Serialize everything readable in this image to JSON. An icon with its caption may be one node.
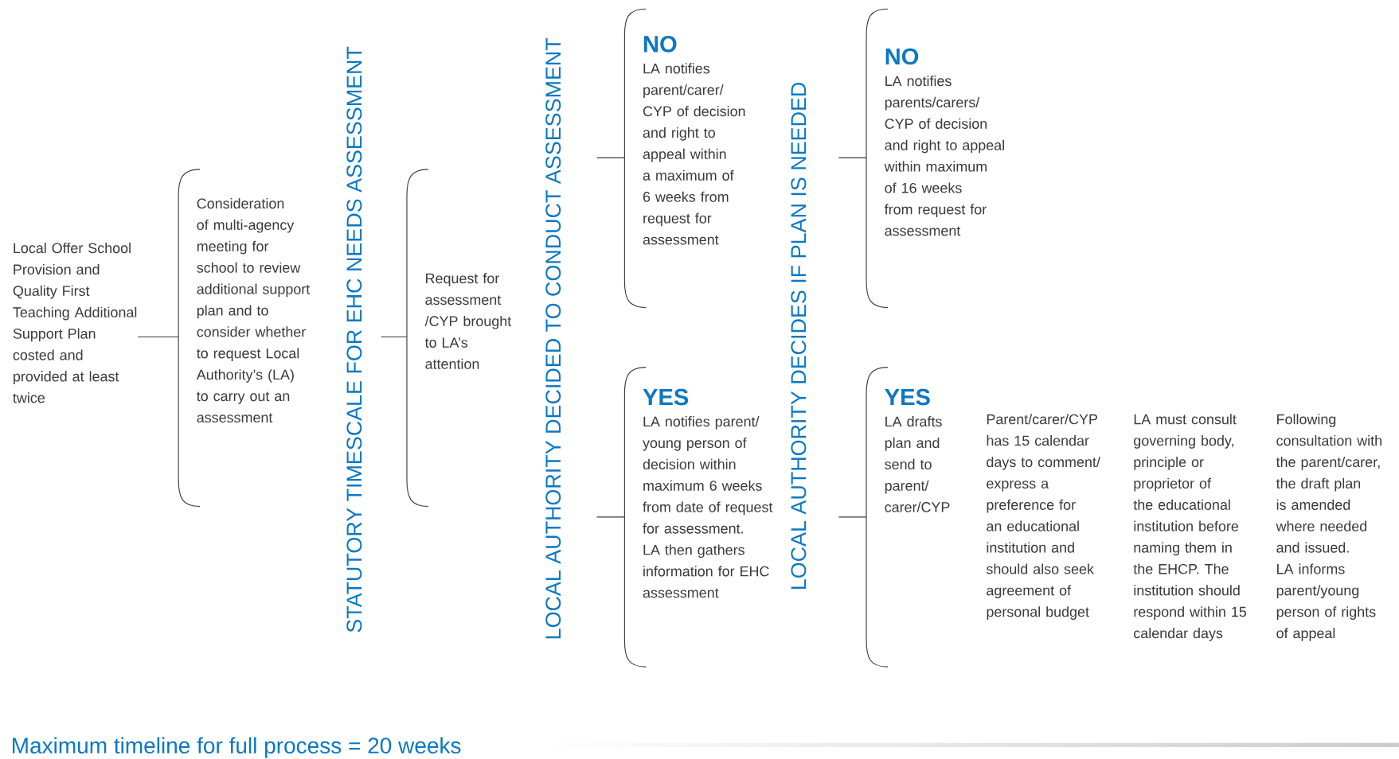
{
  "diagram": {
    "caption": "Maximum timeline for full process = 20 weeks",
    "nodes": [
      {
        "text": [
          "Local Offer School Provision and Quality First Teaching Additional Support Plan costed and provided at least twice"
        ]
      },
      {
        "text": [
          "Consideration of multi-agency meeting for school to review additional support plan and to consider whether to request Local Authority’s (LA) to carry out an assessment"
        ]
      },
      {
        "text": [
          "Request for assessment /CYP brought to LA’s attention"
        ]
      },
      {
        "text": [
          "NO",
          "LA notifies parent/carer/ CYP of decision and right to appeal within a maximum of 6 weeks from request for assessment"
        ]
      },
      {
        "text": [
          "YES",
          "LA notifies parent/ young person of decision within maximum 6 weeks from date of request for assessment. LA then gathers information for EHC assessment"
        ]
      },
      {
        "text": [
          "NO",
          "LA notifies parents/carers/ CYP of decision and right to appeal within maximum of 16 weeks from request for assessment"
        ]
      },
      {
        "text": [
          "YES",
          "LA drafts plan and send to parent/ carer/CYP"
        ]
      }
    ],
    "edges": [
      {
        "from": 0,
        "to": 1,
        "arrow": "none"
      },
      {
        "from": null,
        "to": 2,
        "arrow": "none"
      },
      {
        "from": null,
        "to": 3,
        "arrow": "none"
      },
      {
        "from": null,
        "to": 4,
        "arrow": "none"
      },
      {
        "from": null,
        "to": 5,
        "arrow": "none"
      },
      {
        "from": null,
        "to": 6,
        "arrow": "none"
      }
    ],
    "labels": [
      "STATUTORY TIMESCALE FOR EHC NEEDS ASSESSMENT",
      "LOCAL AUTHORITY DECIDED TO CONDUCT ASSESSMENT",
      "LOCAL AUTHORITY DECIDES IF PLAN IS NEEDED",
      "Parent/carer/CYP has 15 calendar days to comment/ express a preference for an educational institution and should also seek agreement of personal budget",
      "LA must consult governing body, principle or proprietor of the educational institution before naming them in the EHCP.  The institution should respond within 15 calendar days",
      "Following consultation with the parent/carer, the draft plan is amended where needed and issued. LA informs parent/young person of rights of appeal"
    ]
  }
}
